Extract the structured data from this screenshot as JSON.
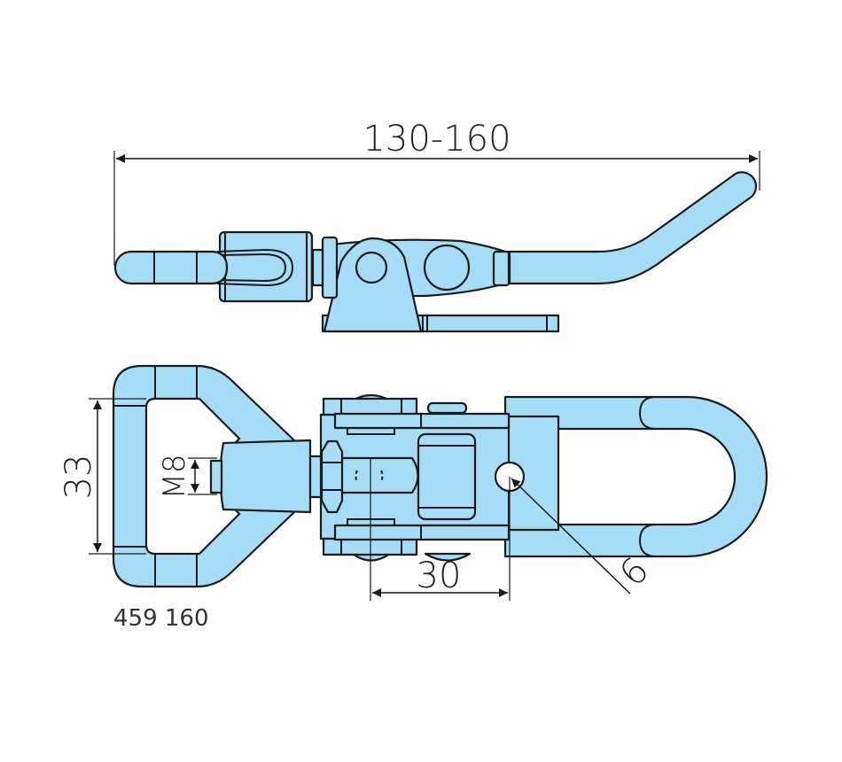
{
  "drawing": {
    "fill_color": "#a6dcf6",
    "line_color": "#1a1a1a",
    "dimensions": {
      "overall_length": "130-160",
      "height": "33",
      "thread": "M8",
      "hole_spacing": "30",
      "hole_diameter": "6"
    },
    "article_number": "459 160"
  }
}
